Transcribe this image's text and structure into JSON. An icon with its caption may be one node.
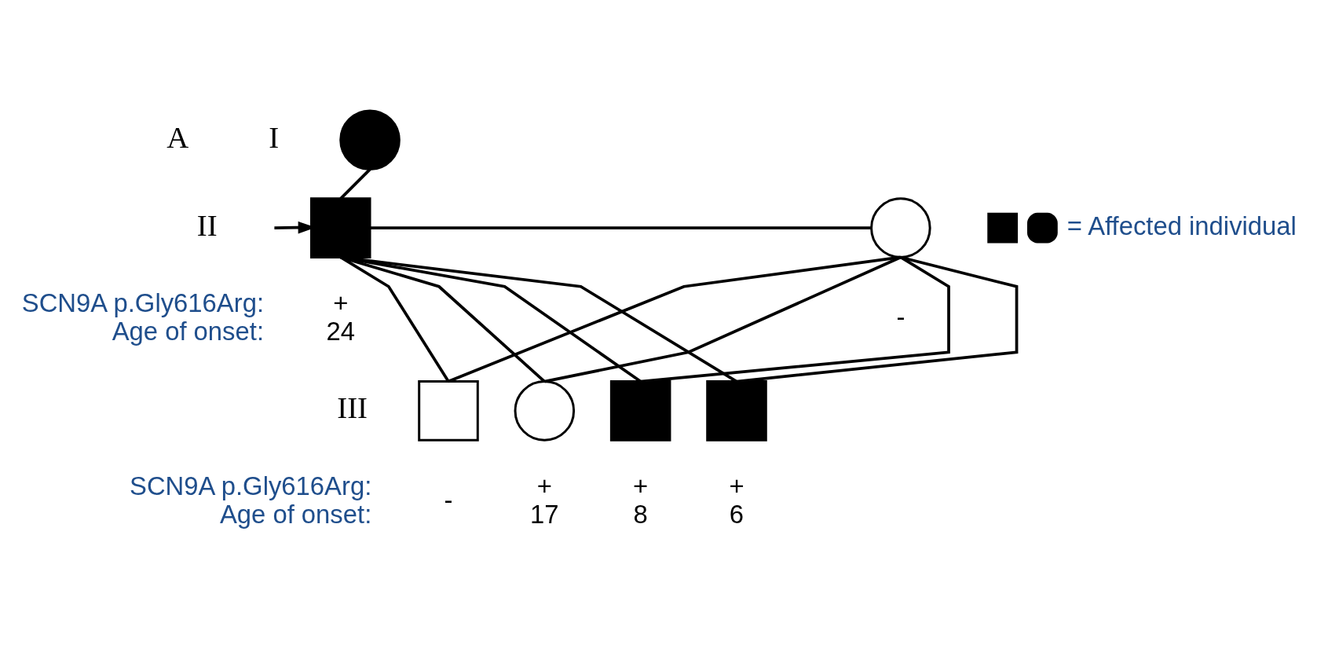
{
  "diagram": {
    "nodes": [
      {
        "text": [],
        "shape": "circle"
      },
      {
        "text": [],
        "shape": "box",
        "beside": [
          "+",
          "24"
        ]
      },
      {
        "text": [],
        "shape": "circle",
        "beside": [
          "-"
        ]
      },
      {
        "text": [],
        "shape": "box",
        "beside": [
          "-"
        ]
      },
      {
        "text": [],
        "shape": "circle",
        "beside": [
          "+",
          "17"
        ]
      },
      {
        "text": [],
        "shape": "box",
        "beside": [
          "+",
          "8"
        ]
      },
      {
        "text": [],
        "shape": "box",
        "beside": [
          "+",
          "6"
        ]
      }
    ],
    "edges": [
      {
        "from": 0,
        "to": 1,
        "arrow": "none"
      },
      {
        "from": 1,
        "to": 2,
        "arrow": "none"
      },
      {
        "from": 1,
        "to": 3,
        "arrow": "none"
      },
      {
        "from": 2,
        "to": 3,
        "arrow": "none"
      },
      {
        "from": 1,
        "to": 4,
        "arrow": "none"
      },
      {
        "from": 2,
        "to": 4,
        "arrow": "none"
      },
      {
        "from": 1,
        "to": 5,
        "arrow": "none"
      },
      {
        "from": 2,
        "to": 5,
        "arrow": "none"
      },
      {
        "from": 1,
        "to": 6,
        "arrow": "none"
      },
      {
        "from": 2,
        "to": 6,
        "arrow": "none"
      },
      {
        "from": null,
        "to": 1,
        "arrow": "to"
      }
    ],
    "labels": [
      "A",
      "I",
      "II",
      "III",
      "SCN9A p.Gly616Arg:",
      "Age of onset:",
      "SCN9A p.Gly616Arg:",
      "Age of onset:"
    ],
    "legend": [
      {
        "text": "= Affected individual"
      }
    ]
  }
}
